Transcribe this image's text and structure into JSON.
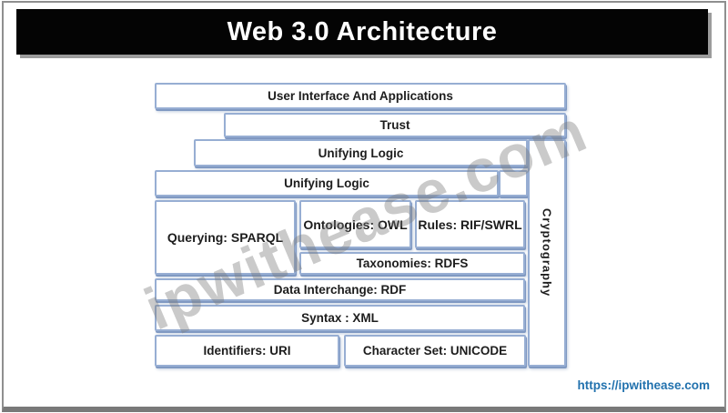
{
  "header": {
    "title": "Web 3.0 Architecture"
  },
  "watermark": {
    "text": "ipwithease.com"
  },
  "footer": {
    "link_text": "https://ipwithease.com"
  },
  "diagram": {
    "layers": [
      {
        "label": "User Interface And Applications"
      },
      {
        "label": "Trust"
      },
      {
        "label": "Unifying Logic"
      },
      {
        "label": "Unifying Logic"
      },
      {
        "label": "Querying: SPARQL"
      },
      {
        "label": "Ontologies: OWL"
      },
      {
        "label": "Rules: RIF/SWRL"
      },
      {
        "label": "Taxonomies: RDFS"
      },
      {
        "label": "Data Interchange: RDF"
      },
      {
        "label": "Syntax : XML"
      },
      {
        "label": "Identifiers: URI"
      },
      {
        "label": "Character Set: UNICODE"
      },
      {
        "label": "Cryptography"
      }
    ]
  },
  "colors": {
    "box_border": "#97aed3",
    "box_fill": "#ffffff",
    "box_text": "#1d1d1d",
    "title_bg": "#040404",
    "title_text": "#ffffff",
    "link": "#2272ae",
    "watermark": "#7a7a7a",
    "frame_border": "#8f8f8f"
  }
}
